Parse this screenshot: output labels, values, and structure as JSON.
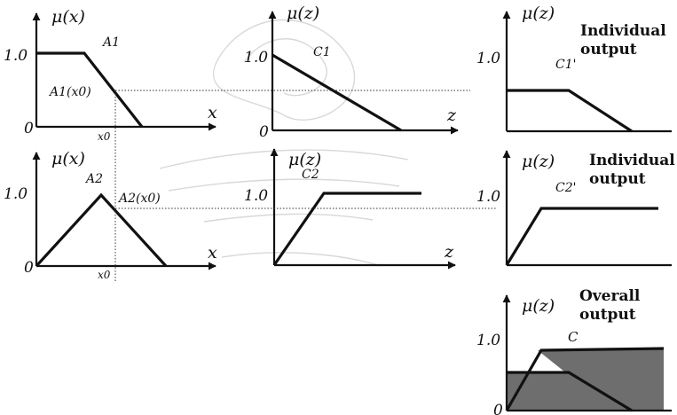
{
  "labels": {
    "mu_x": "μ(x)",
    "mu_z": "μ(z)",
    "one": "1.0",
    "zero": "0",
    "x": "x",
    "z": "z",
    "x0": "x0",
    "A1": "A1",
    "A1x0": "A1(x0)",
    "A2": "A2",
    "A2x0": "A2(x0)",
    "C1": "C1",
    "C1p": "C1'",
    "C2": "C2",
    "C2p": "C2'",
    "C": "C"
  },
  "captions": {
    "individual_output_1": [
      "Individual",
      "output"
    ],
    "individual_output_2": [
      "Individual",
      "output"
    ],
    "overall_output": [
      "Overall",
      "output"
    ]
  },
  "colors": {
    "ink": "#111111",
    "aggregate_fill": "#6e6e6e"
  }
}
